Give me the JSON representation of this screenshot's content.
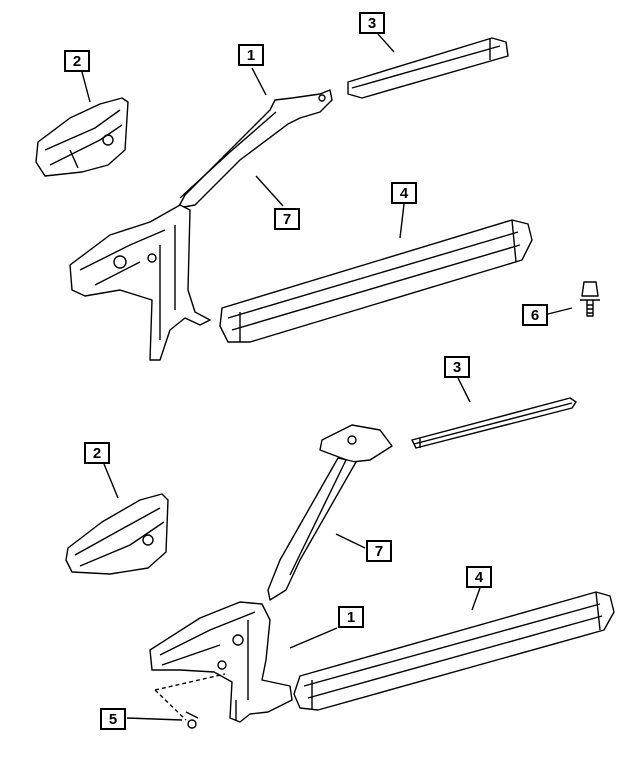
{
  "callouts": {
    "top_1": "1",
    "top_2": "2",
    "top_3": "3",
    "top_4": "4",
    "top_6": "6",
    "top_7": "7",
    "bottom_1": "1",
    "bottom_2": "2",
    "bottom_3": "3",
    "bottom_4": "4",
    "bottom_5": "5",
    "bottom_7": "7"
  },
  "colors": {
    "line": "#000000",
    "fill": "#ffffff"
  }
}
